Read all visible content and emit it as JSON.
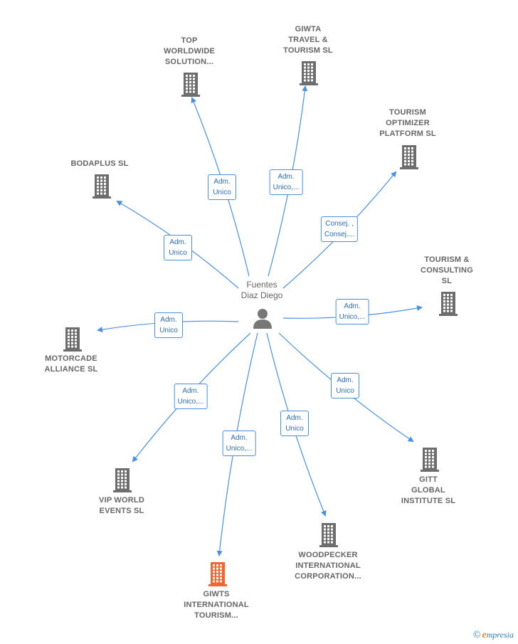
{
  "center": {
    "name": "Fuentes\nDiaz Diego",
    "icon": "person-icon"
  },
  "nodes": [
    {
      "id": "top-worldwide",
      "label": "TOP\nWORLDWIDE\nSOLUTION...",
      "color": "#6d6d6d",
      "role": "Adm.\nUnico"
    },
    {
      "id": "giwta",
      "label": "GIWTA\nTRAVEL &\nTOURISM  SL",
      "color": "#6d6d6d",
      "role": "Adm.\nUnico,..."
    },
    {
      "id": "tourism-optimizer",
      "label": "TOURISM\nOPTIMIZER\nPLATFORM  SL",
      "color": "#6d6d6d",
      "role": "Consej. ,\nConsej...."
    },
    {
      "id": "bodaplus",
      "label": "BODAPLUS SL",
      "color": "#6d6d6d",
      "role": "Adm.\nUnico"
    },
    {
      "id": "tourism-consulting",
      "label": "TOURISM &\nCONSULTING\nSL",
      "color": "#6d6d6d",
      "role": "Adm.\nUnico,..."
    },
    {
      "id": "motorcade",
      "label": "MOTORCADE\nALLIANCE  SL",
      "color": "#6d6d6d",
      "role": "Adm.\nUnico"
    },
    {
      "id": "gitt",
      "label": "GITT\nGLOBAL\nINSTITUTE  SL",
      "color": "#6d6d6d",
      "role": "Adm.\nUnico"
    },
    {
      "id": "vip-world",
      "label": "VIP WORLD\nEVENTS SL",
      "color": "#6d6d6d",
      "role": "Adm.\nUnico,..."
    },
    {
      "id": "woodpecker",
      "label": "WOODPECKER\nINTERNATIONAL\nCORPORATION...",
      "color": "#6d6d6d",
      "role": "Adm.\nUnico"
    },
    {
      "id": "giwts",
      "label": "GIWTS\nINTERNATIONAL\nTOURISM...",
      "color": "#f26430",
      "role": "Adm.\nUnico,..."
    }
  ],
  "brand": {
    "copyright": "©",
    "text": "mpresia",
    "initial": "e"
  },
  "colors": {
    "edge": "#4a90e2",
    "building": "#6d6d6d",
    "highlight": "#f26430"
  }
}
